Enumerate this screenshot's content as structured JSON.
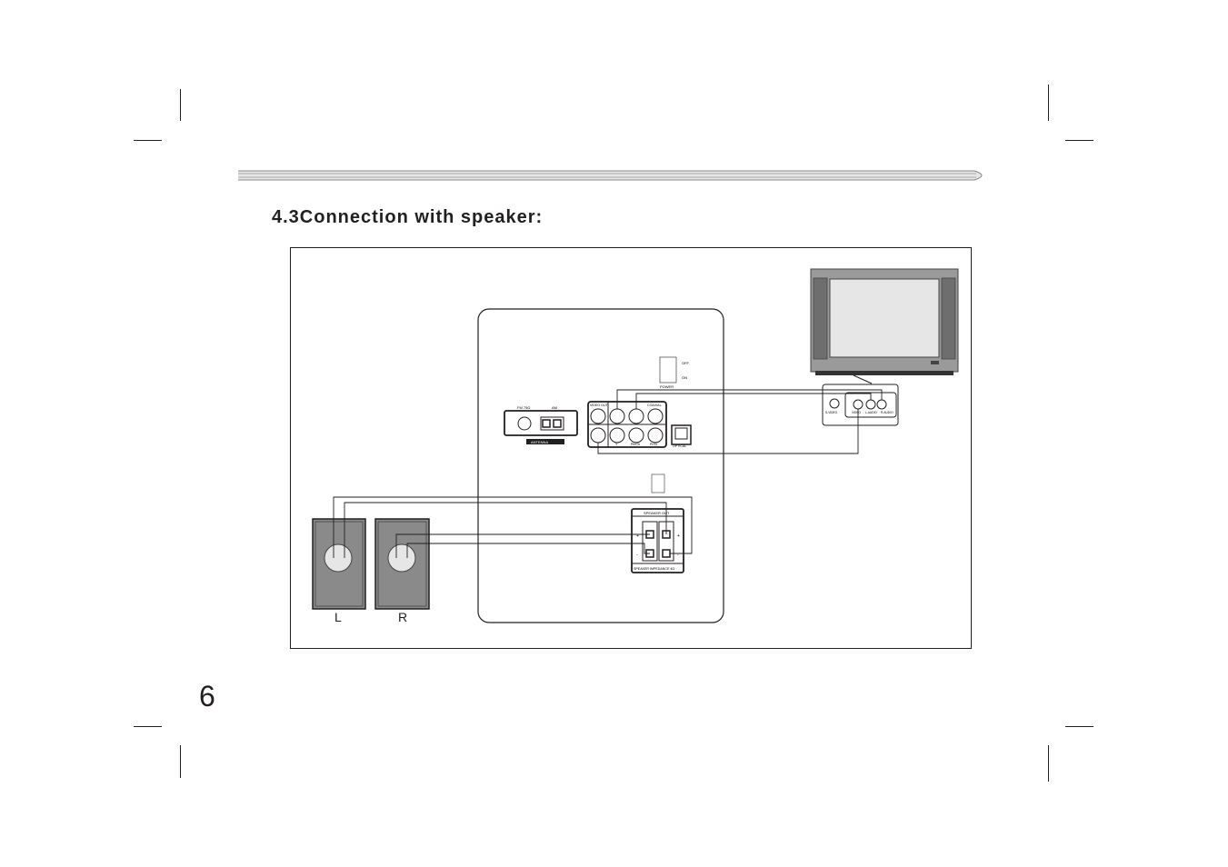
{
  "heading": "4.3Connection with speaker:",
  "page_number": "6",
  "diagram": {
    "panel_labels": {
      "power": "POWER",
      "off": "OFF",
      "on": "ON",
      "fm_am": "FM 75Ω",
      "am": "AM",
      "antenna": "ANTENNA",
      "video_out": "VIDEO OUT",
      "coaxial": "COAXIAL",
      "y": "Y",
      "pb_cb": "Pb/Cb",
      "pr_cr": "Pr/Cr",
      "optical": "OPTICAL",
      "speaker_out": "SPEAKER OUT",
      "speaker_impedance": "SPEAKER IMPEDANCE 4Ω",
      "plus": "+",
      "minus": "-"
    },
    "tv_labels": {
      "s_video": "S-VIDEO",
      "video": "VIDEO",
      "l_audio": "L-AUDIO",
      "r_audio": "R-AUDIO"
    },
    "speaker_left_label": "L",
    "speaker_right_label": "R"
  }
}
